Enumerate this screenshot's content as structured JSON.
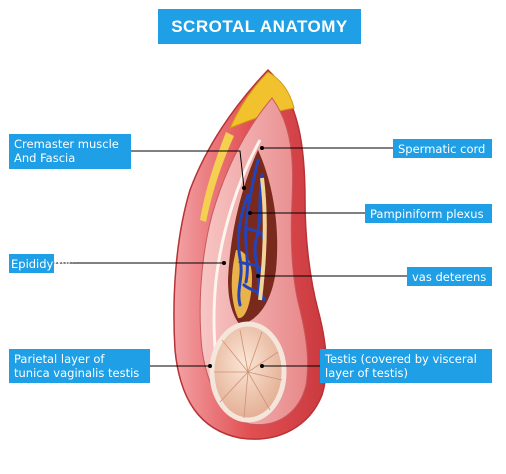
{
  "title": "SCROTAL ANATOMY",
  "colors": {
    "label_bg": "#1e9fe6",
    "label_text": "#ffffff",
    "leader_line": "#000000",
    "muscle": "#e0504f",
    "fat": "#f2c22e",
    "vessels": "#2344b8",
    "testis": "#f4d2bb"
  },
  "labels": {
    "cremaster": "Cremaster muscle\n And Fascia",
    "spermatic_cord": "Spermatic cord",
    "pampiniform": "Pampiniform plexus",
    "epididymis": "Epididymis",
    "vas_deferens": "vas deterens",
    "parietal": "Parietal layer of\ntunica vaginalis testis",
    "testis": "Testis (covered by visceral\n layer of testis)"
  }
}
